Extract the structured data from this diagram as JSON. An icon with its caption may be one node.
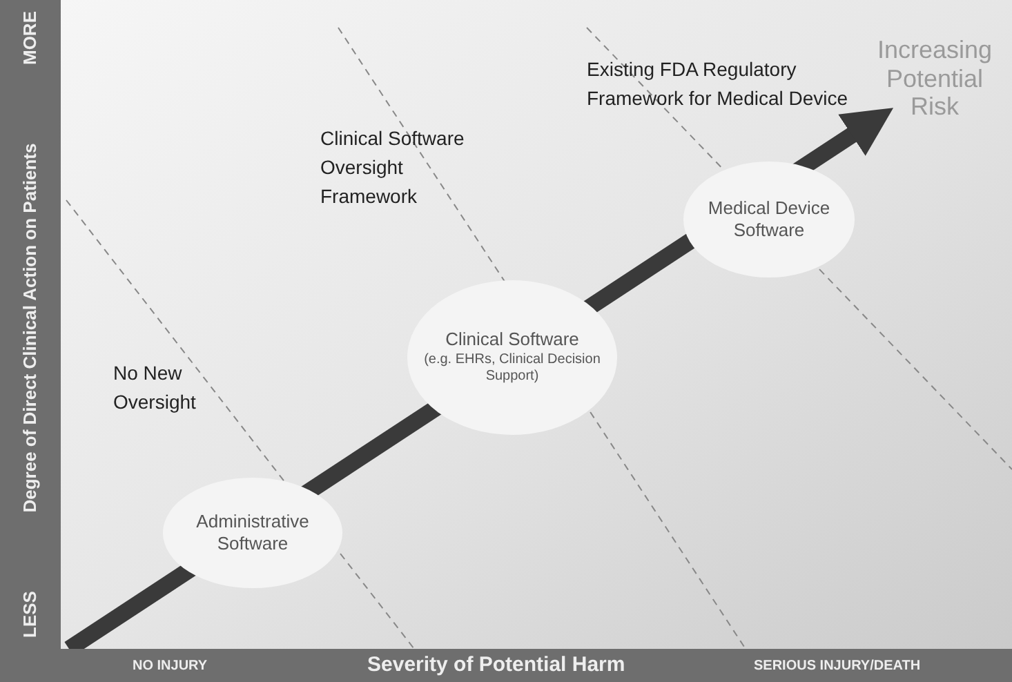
{
  "diagram": {
    "nodes": [
      {
        "text": [
          "Administrative Software"
        ]
      },
      {
        "text": [
          "Clinical Software",
          "(e.g. EHRs, Clinical Decision Support)"
        ]
      },
      {
        "text": [
          "Medical Device Software"
        ]
      }
    ],
    "labels": [
      "MORE",
      "Degree of Direct Clinical Action on Patients",
      "LESS",
      "Existing FDA Regulatory Framework for Medical Device",
      "Increasing Potential Risk",
      "Clinical Software Oversight Framework",
      "No New Oversight",
      "NO INJURY",
      "Severity of Potential Harm",
      "SERIOUS INJURY/DEATH"
    ]
  }
}
